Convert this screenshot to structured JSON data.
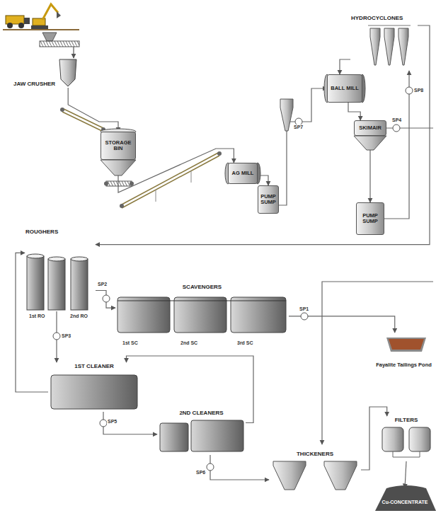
{
  "diagram": {
    "nodes": [
      {
        "text": [
          "JAW CRUSHER"
        ]
      },
      {
        "text": [
          "STORAGE BIN"
        ]
      },
      {
        "text": [
          "AG MILL"
        ]
      },
      {
        "text": [
          "PUMP SUMP"
        ]
      },
      {
        "text": [
          "HYDROCYCLONES"
        ]
      },
      {
        "text": [
          "BALL MILL"
        ]
      },
      {
        "text": [
          "SKIMAIR"
        ]
      },
      {
        "text": [
          "PUMP SUMP"
        ]
      },
      {
        "text": [
          "ROUGHERS"
        ]
      },
      {
        "text": [
          "SCAVENGERS"
        ]
      },
      {
        "text": [
          "1ST CLEANER"
        ]
      },
      {
        "text": [
          "2ND CLEANERS"
        ]
      },
      {
        "text": [
          "Fayalite Tailings Pond"
        ]
      },
      {
        "text": [
          "THICKENERS"
        ]
      },
      {
        "text": [
          "FILTERS"
        ]
      },
      {
        "text": [
          "Cu-CONCENTRATE"
        ]
      }
    ],
    "edges": [
      {
        "from": 0,
        "to": 1,
        "arrow": "to"
      },
      {
        "from": 1,
        "to": 2,
        "arrow": "to"
      },
      {
        "from": 2,
        "to": 3,
        "arrow": "to"
      },
      {
        "from": 3,
        "to": 5,
        "arrow": "to"
      },
      {
        "from": 5,
        "to": 6,
        "arrow": "to"
      },
      {
        "from": 6,
        "to": 7,
        "arrow": "to"
      },
      {
        "from": 7,
        "to": 4,
        "arrow": "to"
      },
      {
        "from": 4,
        "to": 5,
        "arrow": "to"
      },
      {
        "from": 4,
        "to": 8,
        "arrow": "to"
      },
      {
        "from": 8,
        "to": 9,
        "arrow": "to"
      },
      {
        "from": 8,
        "to": 10,
        "arrow": "to"
      },
      {
        "from": 10,
        "to": 11,
        "arrow": "to"
      },
      {
        "from": 11,
        "to": 10,
        "arrow": "to"
      },
      {
        "from": 11,
        "to": 13,
        "arrow": "to"
      },
      {
        "from": 9,
        "to": 12,
        "arrow": "to"
      },
      {
        "from": 13,
        "to": 14,
        "arrow": "to"
      },
      {
        "from": 14,
        "to": 15,
        "arrow": "to"
      },
      {
        "from": 10,
        "to": 8,
        "arrow": "to"
      }
    ],
    "labels": [
      "SP8",
      "SP7",
      "SP4",
      "1st RO",
      "2nd RO",
      "SP2",
      "1st SC",
      "2nd SC",
      "3rd SC",
      "SP1",
      "SP3",
      "SP5",
      "SP6"
    ]
  }
}
